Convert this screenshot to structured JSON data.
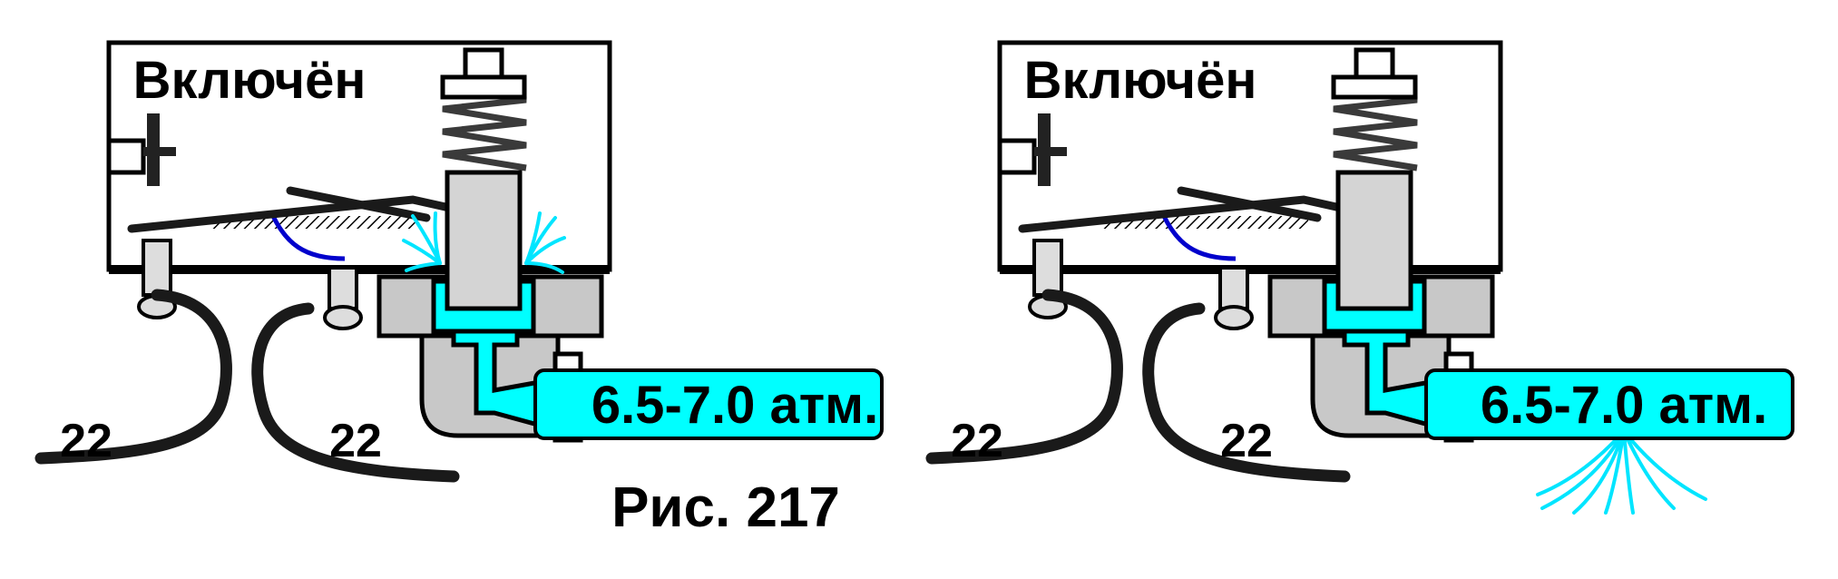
{
  "figure": {
    "caption": "Рис. 217",
    "panels": [
      {
        "status": "Включён",
        "pressure": "6.5-7.0 атм.",
        "wire_left": "22",
        "wire_right": "22",
        "air_leak_at_spring": true,
        "air_leak_at_outlet": false
      },
      {
        "status": "Включён",
        "pressure": "6.5-7.0 атм.",
        "wire_left": "22",
        "wire_right": "22",
        "air_leak_at_spring": false,
        "air_leak_at_outlet": true
      }
    ]
  },
  "colors": {
    "air": "#00ffff",
    "air_spray": "#00e5ff",
    "body": "#c8c8c8",
    "contact_wire": "#0000cc"
  }
}
